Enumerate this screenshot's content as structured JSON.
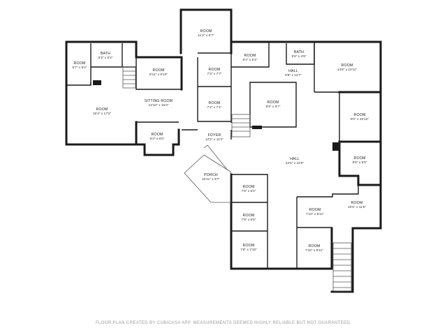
{
  "rooms": [
    {
      "name": "ROOM",
      "dim": "11'2\" x 9'7\""
    },
    {
      "name": "BATH",
      "dim": "6'3\" x 5'2\""
    },
    {
      "name": "ROOM",
      "dim": "5'7\" x 9'4\""
    },
    {
      "name": "ROOM",
      "dim": "8'11\" x 8'10\""
    },
    {
      "name": "ROOM",
      "dim": "7'3\" x 7'7\""
    },
    {
      "name": "ROOM",
      "dim": "8'4\" x 6'4\""
    },
    {
      "name": "BATH",
      "dim": "5'8\" x 4'9\""
    },
    {
      "name": "ROOM",
      "dim": "14'8\" x 10'11\""
    },
    {
      "name": "HALL",
      "dim": "8'8\" x 12'7\""
    },
    {
      "name": "SITTING ROOM",
      "dim": "13'10\" x 15'3\""
    },
    {
      "name": "ROOM",
      "dim": "15'4\" x 17'2\""
    },
    {
      "name": "ROOM",
      "dim": "7'3\" x 7'4\""
    },
    {
      "name": "ROOM",
      "dim": "8'9\" x 9'7\""
    },
    {
      "name": "ROOM",
      "dim": "9'0\" x 10'10\""
    },
    {
      "name": "ROOM",
      "dim": "9'3\" x 6'5\""
    },
    {
      "name": "FOYER",
      "dim": "12'2\" x 11'2\""
    },
    {
      "name": "HALL",
      "dim": "24'5\" x 32'0\""
    },
    {
      "name": "ROOM",
      "dim": "8'8\" x 8'5\""
    },
    {
      "name": "PORCH",
      "dim": "10'11\" x 9'7\""
    },
    {
      "name": "ROOM",
      "dim": "7'8\" x 6'2\""
    },
    {
      "name": "ROOM",
      "dim": "10'5\" x 11'5\""
    },
    {
      "name": "ROOM",
      "dim": "7'10\" x 6'11\""
    },
    {
      "name": "ROOM",
      "dim": "7'8\" x 6'5\""
    },
    {
      "name": "ROOM",
      "dim": "7'8\" x 7'10\""
    },
    {
      "name": "ROOM",
      "dim": "7'10\" x 8'11\""
    }
  ],
  "footer": "FLOOR PLAN CREATED BY CUBICASA APP. MEASUREMENTS DEEMED HIGHLY RELIABLE BUT NOT GUARANTEED.",
  "colors": {
    "wall": "#1a1a1a",
    "footer_text": "#9a9a9a",
    "background": "#ffffff"
  }
}
